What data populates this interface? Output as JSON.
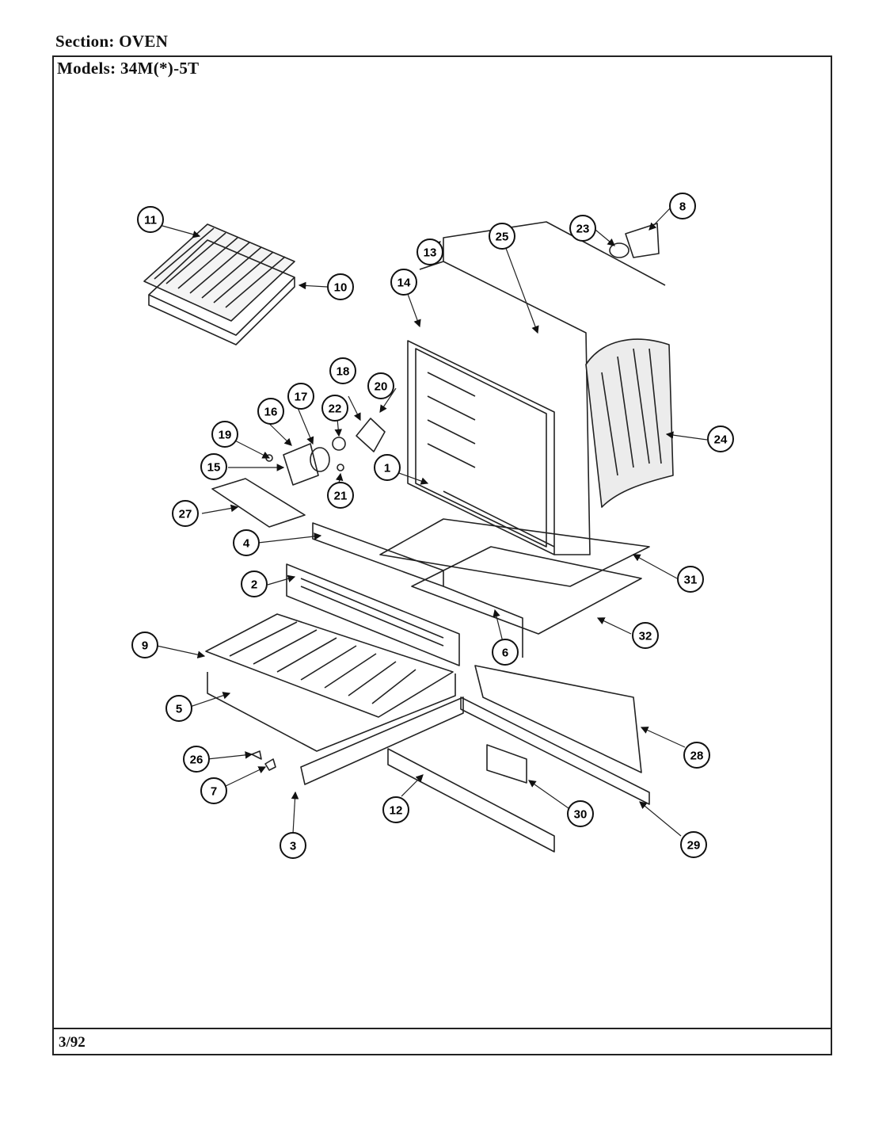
{
  "header": {
    "section_label": "Section:",
    "section_value": "OVEN",
    "models_label": "Models:",
    "models_value": "34M(*)-5T"
  },
  "footer": {
    "date": "3/92"
  },
  "callouts": [
    "1",
    "2",
    "3",
    "4",
    "5",
    "6",
    "7",
    "8",
    "9",
    "10",
    "11",
    "12",
    "13",
    "14",
    "15",
    "16",
    "17",
    "18",
    "19",
    "20",
    "21",
    "22",
    "23",
    "24",
    "25",
    "26",
    "27",
    "28",
    "29",
    "30",
    "31",
    "32"
  ]
}
